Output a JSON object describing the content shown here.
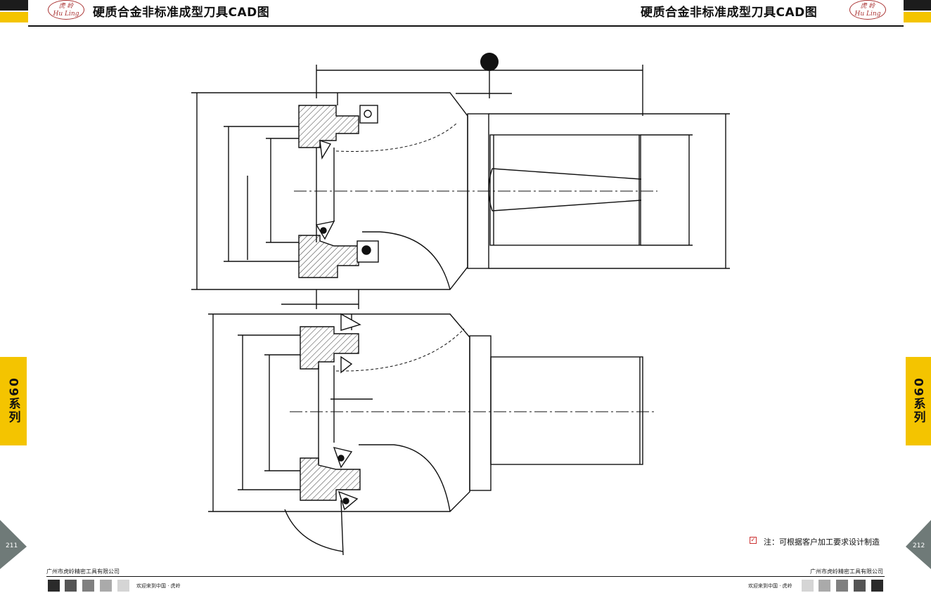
{
  "header": {
    "title_left": "硬质合金非标准成型刀具CAD图",
    "title_right": "硬质合金非标准成型刀具CAD图",
    "logo_top": "虎 岭",
    "logo_bottom": "Hu Ling"
  },
  "side_tabs": {
    "left": "09系列",
    "right": "09系列"
  },
  "pages": {
    "left": "211",
    "right": "212"
  },
  "note": "注：可根据客户加工要求设计制造",
  "footer": {
    "company_left": "广州市虎岭精密工具有限公司",
    "company_right": "广州市虎岭精密工具有限公司",
    "welcome_left": "欢迎来到中国 · 虎岭",
    "welcome_right": "欢迎来到中国 · 虎岭"
  },
  "colors": {
    "accent_yellow": "#f4c400",
    "corner_gray": "#6f7a78",
    "logo_red": "#a33333"
  },
  "swatches": [
    "#2b2b2b",
    "#555555",
    "#808080",
    "#aaaaaa",
    "#d5d5d5"
  ]
}
